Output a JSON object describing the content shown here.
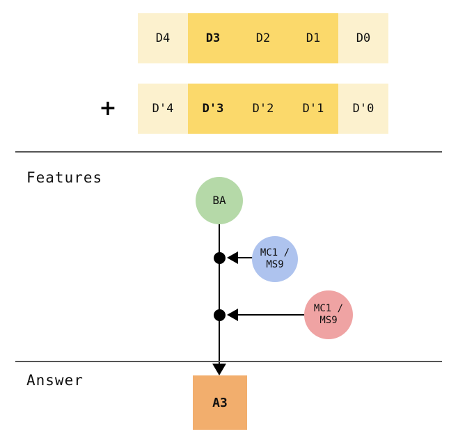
{
  "operands": {
    "row1": {
      "cells": [
        {
          "label": "D4",
          "tone": "pale",
          "emphasis": "normal"
        },
        {
          "label": "D3",
          "tone": "strong",
          "emphasis": "bold"
        },
        {
          "label": "D2",
          "tone": "strong",
          "emphasis": "normal"
        },
        {
          "label": "D1",
          "tone": "strong",
          "emphasis": "normal"
        },
        {
          "label": "D0",
          "tone": "pale",
          "emphasis": "normal"
        }
      ]
    },
    "row2": {
      "operator": "+",
      "cells": [
        {
          "label": "D'4",
          "tone": "pale",
          "emphasis": "normal"
        },
        {
          "label": "D'3",
          "tone": "strong",
          "emphasis": "bold"
        },
        {
          "label": "D'2",
          "tone": "strong",
          "emphasis": "normal"
        },
        {
          "label": "D'1",
          "tone": "strong",
          "emphasis": "normal"
        },
        {
          "label": "D'0",
          "tone": "pale",
          "emphasis": "normal"
        }
      ]
    }
  },
  "sections": {
    "features_label": "Features",
    "answer_label": "Answer"
  },
  "graph": {
    "nodes": [
      {
        "id": "ba",
        "label": "BA",
        "line1": "BA",
        "line2": "",
        "color": "#B5D9A8"
      },
      {
        "id": "mc-blue",
        "label": "MC1 / MS9",
        "line1": "MC1 /",
        "line2": "MS9",
        "color": "#AEC3EE"
      },
      {
        "id": "mc-pink",
        "label": "MC1 / MS9",
        "line1": "MC1 /",
        "line2": "MS9",
        "color": "#EFA3A3"
      }
    ]
  },
  "answer": {
    "label": "A3"
  },
  "colors": {
    "cell_pale": "#FCF1CE",
    "cell_strong": "#FBD96B",
    "answer_box": "#F2AE6D",
    "divider": "#555555",
    "edge": "#000000"
  }
}
